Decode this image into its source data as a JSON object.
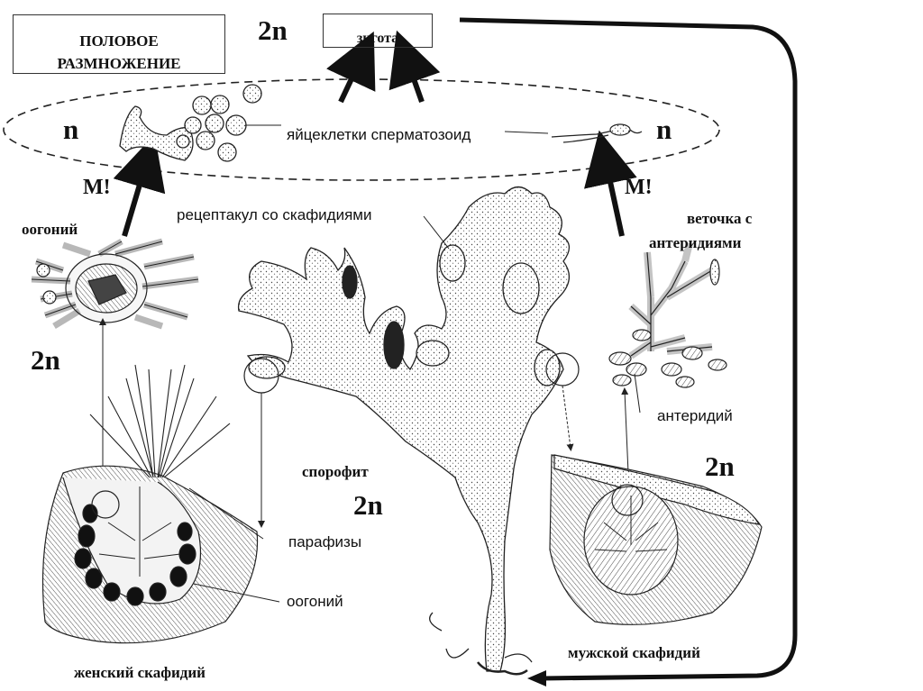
{
  "title_box": {
    "line1": "ПОЛОВОЕ",
    "line2": "РАЗМНОЖЕНИЕ"
  },
  "zygote_box": {
    "label": "зигота"
  },
  "gametes_label": "яйцеклетки сперматозоид",
  "ploidy": {
    "zygote": "2n",
    "haploid_left": "n",
    "haploid_right": "n",
    "oogonium": "2n",
    "sporophyte": "2n",
    "male": "2n"
  },
  "meiosis": {
    "left": "М!",
    "right": "М!"
  },
  "labels": {
    "oogonium_top": "оогоний",
    "receptacle": "рецептакул со скафидиями",
    "branch_antheridia_line1": "веточка с",
    "branch_antheridia_line2": "антеридиями",
    "antheridium": "антеридий",
    "sporophyte": "спорофит",
    "paraphyses": "парафизы",
    "oogonium_bottom": "оогоний",
    "male_scaphidium": "мужской скафидий",
    "female_scaphidium": "женский скафидий"
  }
}
